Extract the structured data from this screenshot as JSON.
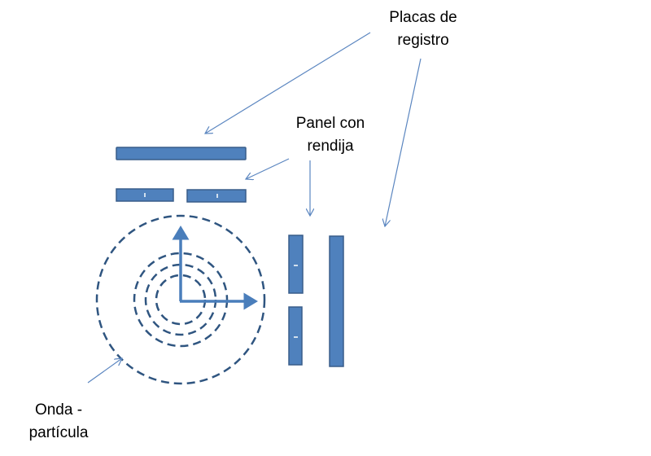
{
  "labels": {
    "placas": [
      "Placas de",
      "registro"
    ],
    "panel": [
      "Panel con",
      "rendija"
    ],
    "onda": [
      "Onda -",
      "partícula"
    ]
  },
  "colors": {
    "plate_fill": "#4f81bd",
    "plate_stroke": "#385d8a",
    "wave": "#2f5580",
    "arrow": "#4a7ebb",
    "pointer": "#5b86c0"
  }
}
